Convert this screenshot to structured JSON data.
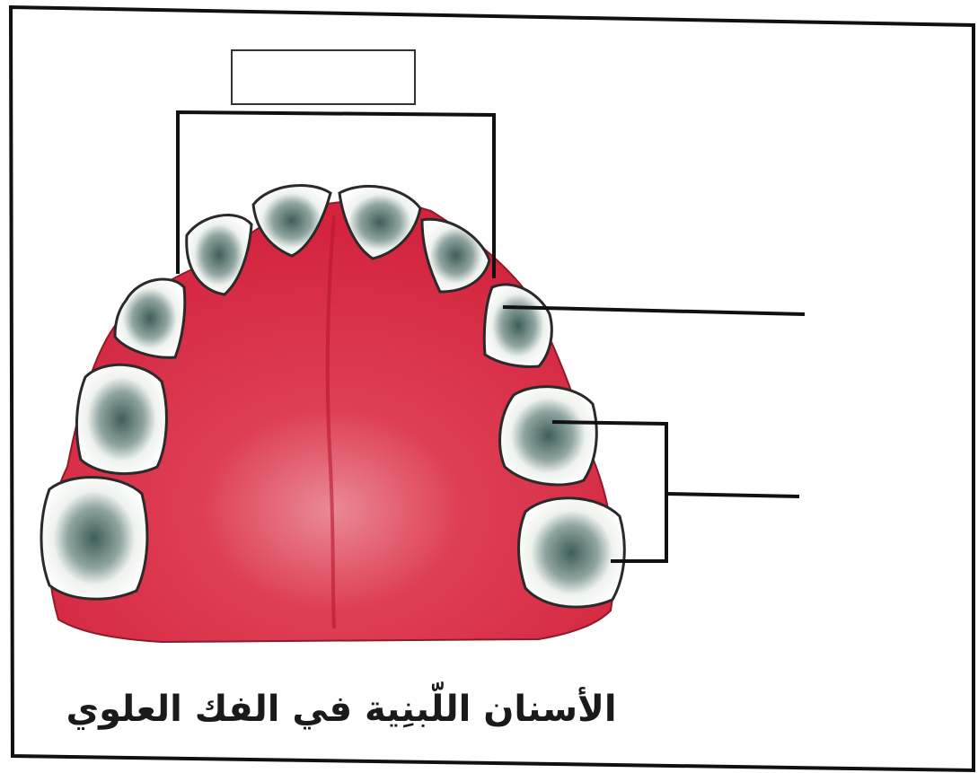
{
  "caption": "الأسنان اللّبنِية في الفك العلوي",
  "colors": {
    "gum": "#d92a43",
    "gum_light": "#e8707f",
    "tooth": "#f3f6f2",
    "tooth_shade": "#2f4a47",
    "line": "#111111",
    "background": "#ffffff"
  },
  "diagram": {
    "subject": "upper jaw deciduous teeth",
    "label_boxes": [
      {
        "id": "incisors",
        "text": ""
      },
      {
        "id": "canine",
        "text": ""
      },
      {
        "id": "molars",
        "text": ""
      }
    ]
  }
}
